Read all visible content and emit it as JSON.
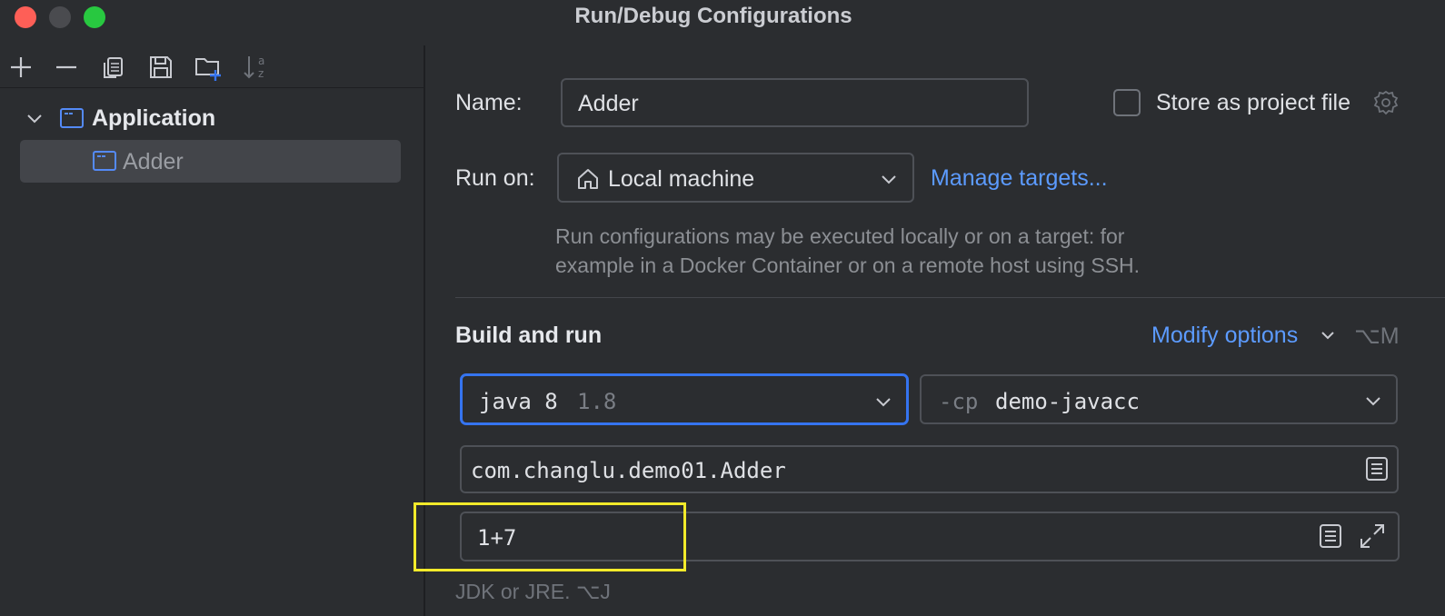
{
  "window": {
    "title": "Run/Debug Configurations"
  },
  "toolbar": {
    "icons": [
      "add-icon",
      "remove-icon",
      "copy-icon",
      "save-icon",
      "new-folder-icon",
      "sort-alpha-icon"
    ],
    "sort_letters_top": "a",
    "sort_letters_bottom": "z"
  },
  "tree": {
    "group_label": "Application",
    "items": [
      {
        "label": "Adder"
      }
    ]
  },
  "form": {
    "name_label": "Name:",
    "name_value": "Adder",
    "store_label": "Store as project file",
    "run_on_label": "Run on:",
    "run_on_value": "Local machine",
    "manage_targets": "Manage targets...",
    "hint_line1": "Run configurations may be executed locally or on a target: for",
    "hint_line2": "example in a Docker Container or on a remote host using SSH.",
    "build_run_title": "Build and run",
    "modify_options": "Modify options",
    "modify_shortcut": "⌥M",
    "jdk_name": "java 8",
    "jdk_version": "1.8",
    "cp_prefix": "-cp",
    "cp_value": "demo-javacc",
    "main_class": "com.changlu.demo01.Adder",
    "program_args": "1+7",
    "bottom_hint": "JDK or JRE. ⌥J"
  },
  "colors": {
    "background": "#2b2d30",
    "accent_link": "#5c9bff",
    "focus_border": "#3574f0",
    "highlight_box": "#f2ea2a",
    "traffic_red": "#fe5f57",
    "traffic_gray": "#4a4b4f",
    "traffic_green": "#28c840"
  }
}
